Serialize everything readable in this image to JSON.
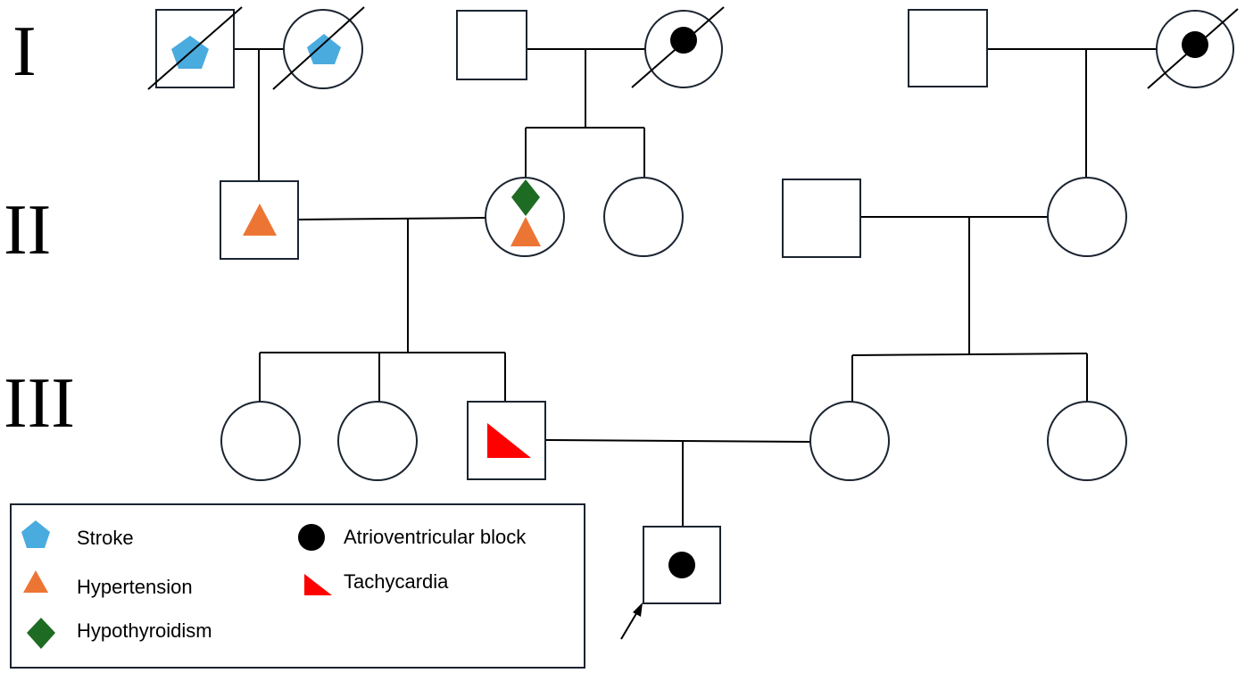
{
  "generations": [
    "I",
    "II",
    "III"
  ],
  "legend": {
    "items": [
      {
        "key": "stroke",
        "label": "Stroke",
        "icon": "pentagon",
        "color": "#4aabdf"
      },
      {
        "key": "hypertension",
        "label": "Hypertension",
        "icon": "triangle",
        "color": "#ed7534"
      },
      {
        "key": "hypothyroidism",
        "label": "Hypothyroidism",
        "icon": "diamond",
        "color": "#1e6b24"
      },
      {
        "key": "av_block",
        "label": "Atrioventricular block",
        "icon": "filled-circle",
        "color": "#000000"
      },
      {
        "key": "tachycardia",
        "label": "Tachycardia",
        "icon": "right-triangle",
        "color": "#ff0000"
      }
    ]
  },
  "pedigree": {
    "individuals": [
      {
        "id": "I-1",
        "sex": "male",
        "deceased": true,
        "conditions": [
          "stroke"
        ]
      },
      {
        "id": "I-2",
        "sex": "female",
        "deceased": true,
        "conditions": [
          "stroke"
        ]
      },
      {
        "id": "I-3",
        "sex": "male",
        "deceased": false,
        "conditions": []
      },
      {
        "id": "I-4",
        "sex": "female",
        "deceased": true,
        "conditions": [
          "av_block"
        ]
      },
      {
        "id": "I-5",
        "sex": "male",
        "deceased": false,
        "conditions": []
      },
      {
        "id": "I-6",
        "sex": "female",
        "deceased": true,
        "conditions": [
          "av_block"
        ]
      },
      {
        "id": "II-1",
        "sex": "male",
        "deceased": false,
        "conditions": [
          "hypertension"
        ]
      },
      {
        "id": "II-2",
        "sex": "female",
        "deceased": false,
        "conditions": [
          "hypothyroidism",
          "hypertension"
        ]
      },
      {
        "id": "II-3",
        "sex": "female",
        "deceased": false,
        "conditions": []
      },
      {
        "id": "II-4",
        "sex": "male",
        "deceased": false,
        "conditions": []
      },
      {
        "id": "II-5",
        "sex": "female",
        "deceased": false,
        "conditions": []
      },
      {
        "id": "III-1",
        "sex": "female",
        "deceased": false,
        "conditions": []
      },
      {
        "id": "III-2",
        "sex": "female",
        "deceased": false,
        "conditions": []
      },
      {
        "id": "III-3",
        "sex": "male",
        "deceased": false,
        "conditions": [
          "tachycardia"
        ]
      },
      {
        "id": "III-4",
        "sex": "female",
        "deceased": false,
        "conditions": []
      },
      {
        "id": "III-5",
        "sex": "female",
        "deceased": false,
        "conditions": []
      },
      {
        "id": "IV-1",
        "sex": "male",
        "deceased": false,
        "proband": true,
        "conditions": [
          "av_block"
        ]
      }
    ]
  }
}
